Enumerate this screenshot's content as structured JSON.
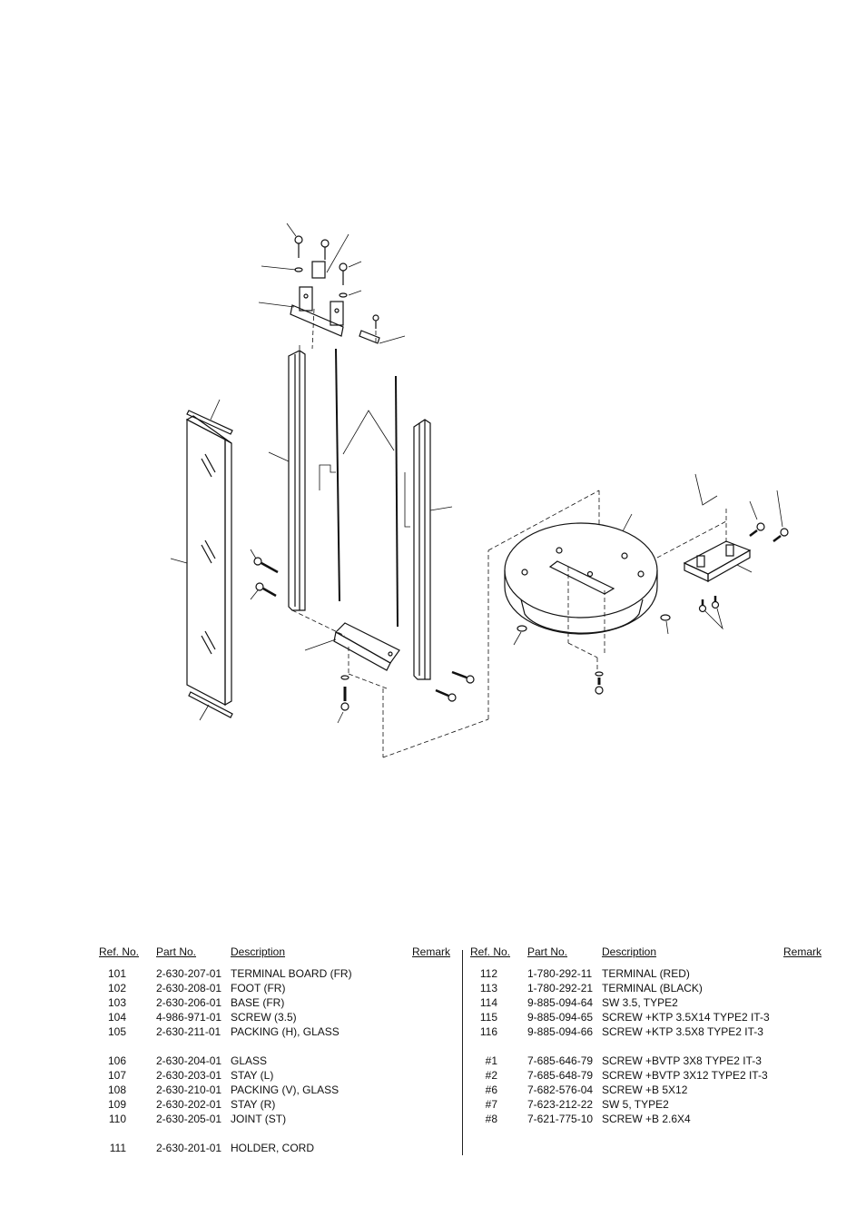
{
  "table": {
    "headers": {
      "ref": "Ref. No.",
      "part": "Part No.",
      "desc": "Description",
      "remark": "Remark"
    },
    "left": [
      {
        "ref": "101",
        "part": "2-630-207-01",
        "desc": "TERMINAL BOARD (FR)"
      },
      {
        "ref": "102",
        "part": "2-630-208-01",
        "desc": "FOOT (FR)"
      },
      {
        "ref": "103",
        "part": "2-630-206-01",
        "desc": "BASE (FR)"
      },
      {
        "ref": "104",
        "part": "4-986-971-01",
        "desc": "SCREW (3.5)"
      },
      {
        "ref": "105",
        "part": "2-630-211-01",
        "desc": "PACKING (H), GLASS"
      },
      {
        "ref": "106",
        "part": "2-630-204-01",
        "desc": "GLASS"
      },
      {
        "ref": "107",
        "part": "2-630-203-01",
        "desc": "STAY (L)"
      },
      {
        "ref": "108",
        "part": "2-630-210-01",
        "desc": "PACKING (V), GLASS"
      },
      {
        "ref": "109",
        "part": "2-630-202-01",
        "desc": "STAY (R)"
      },
      {
        "ref": "110",
        "part": "2-630-205-01",
        "desc": "JOINT (ST)"
      },
      {
        "ref": "111",
        "part": "2-630-201-01",
        "desc": "HOLDER, CORD"
      }
    ],
    "right": [
      {
        "ref": "112",
        "part": "1-780-292-11",
        "desc": "TERMINAL (RED)"
      },
      {
        "ref": "113",
        "part": "1-780-292-21",
        "desc": "TERMINAL (BLACK)"
      },
      {
        "ref": "114",
        "part": "9-885-094-64",
        "desc": "SW 3.5, TYPE2"
      },
      {
        "ref": "115",
        "part": "9-885-094-65",
        "desc": "SCREW +KTP 3.5X14 TYPE2 IT-3"
      },
      {
        "ref": "116",
        "part": "9-885-094-66",
        "desc": "SCREW +KTP 3.5X8 TYPE2 IT-3"
      },
      {
        "ref": "#1",
        "part": "7-685-646-79",
        "desc": "SCREW +BVTP 3X8 TYPE2 IT-3"
      },
      {
        "ref": "#2",
        "part": "7-685-648-79",
        "desc": "SCREW +BVTP 3X12 TYPE2 IT-3"
      },
      {
        "ref": "#6",
        "part": "7-682-576-04",
        "desc": "SCREW +B 5X12"
      },
      {
        "ref": "#7",
        "part": "7-623-212-22",
        "desc": "SW 5, TYPE2"
      },
      {
        "ref": "#8",
        "part": "7-621-775-10",
        "desc": "SCREW +B 2.6X4"
      }
    ]
  }
}
